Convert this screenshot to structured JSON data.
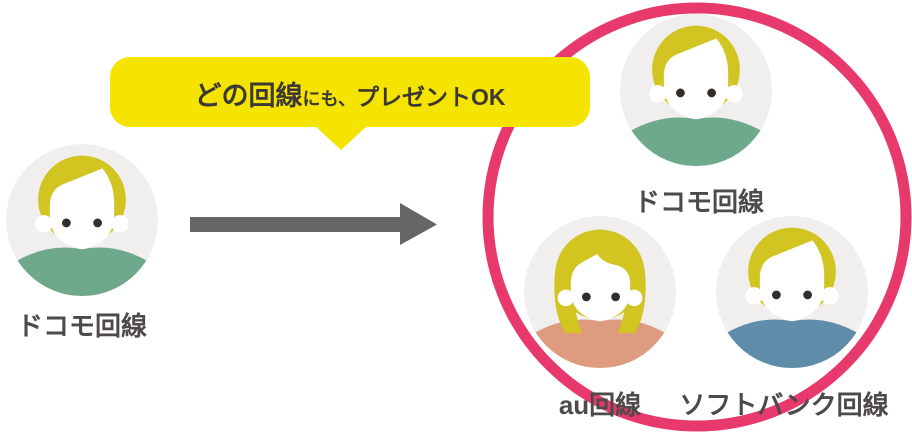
{
  "figure": {
    "title_bubble": {
      "seg_large": "どの回線",
      "seg_small": "にも、",
      "seg_medium": "プレゼントOK",
      "full_text": "どの回線にも、プレゼントOK"
    },
    "sender": {
      "label": "ドコモ回線",
      "avatar": "boy-green-shirt",
      "shirt_color": "#6fa98c"
    },
    "recipients": [
      {
        "label": "ドコモ回線",
        "avatar": "boy-green-shirt",
        "shirt_color": "#6fa98c"
      },
      {
        "label": "au回線",
        "avatar": "girl-salmon-shirt",
        "shirt_color": "#de9b7f"
      },
      {
        "label": "ソフトバンク回線",
        "avatar": "boy-blue-shirt",
        "shirt_color": "#5f8ca8"
      }
    ],
    "colors": {
      "bubble_bg": "#f5e300",
      "bubble_text": "#3b3836",
      "ring_pink": "#e8396d",
      "arrow_gray": "#666666",
      "avatar_bg": "#f0efed",
      "hair_yellow": "#d2c421",
      "face_white": "#ffffff",
      "eye_dark": "#332e29",
      "label_text": "#4d4a48"
    }
  }
}
